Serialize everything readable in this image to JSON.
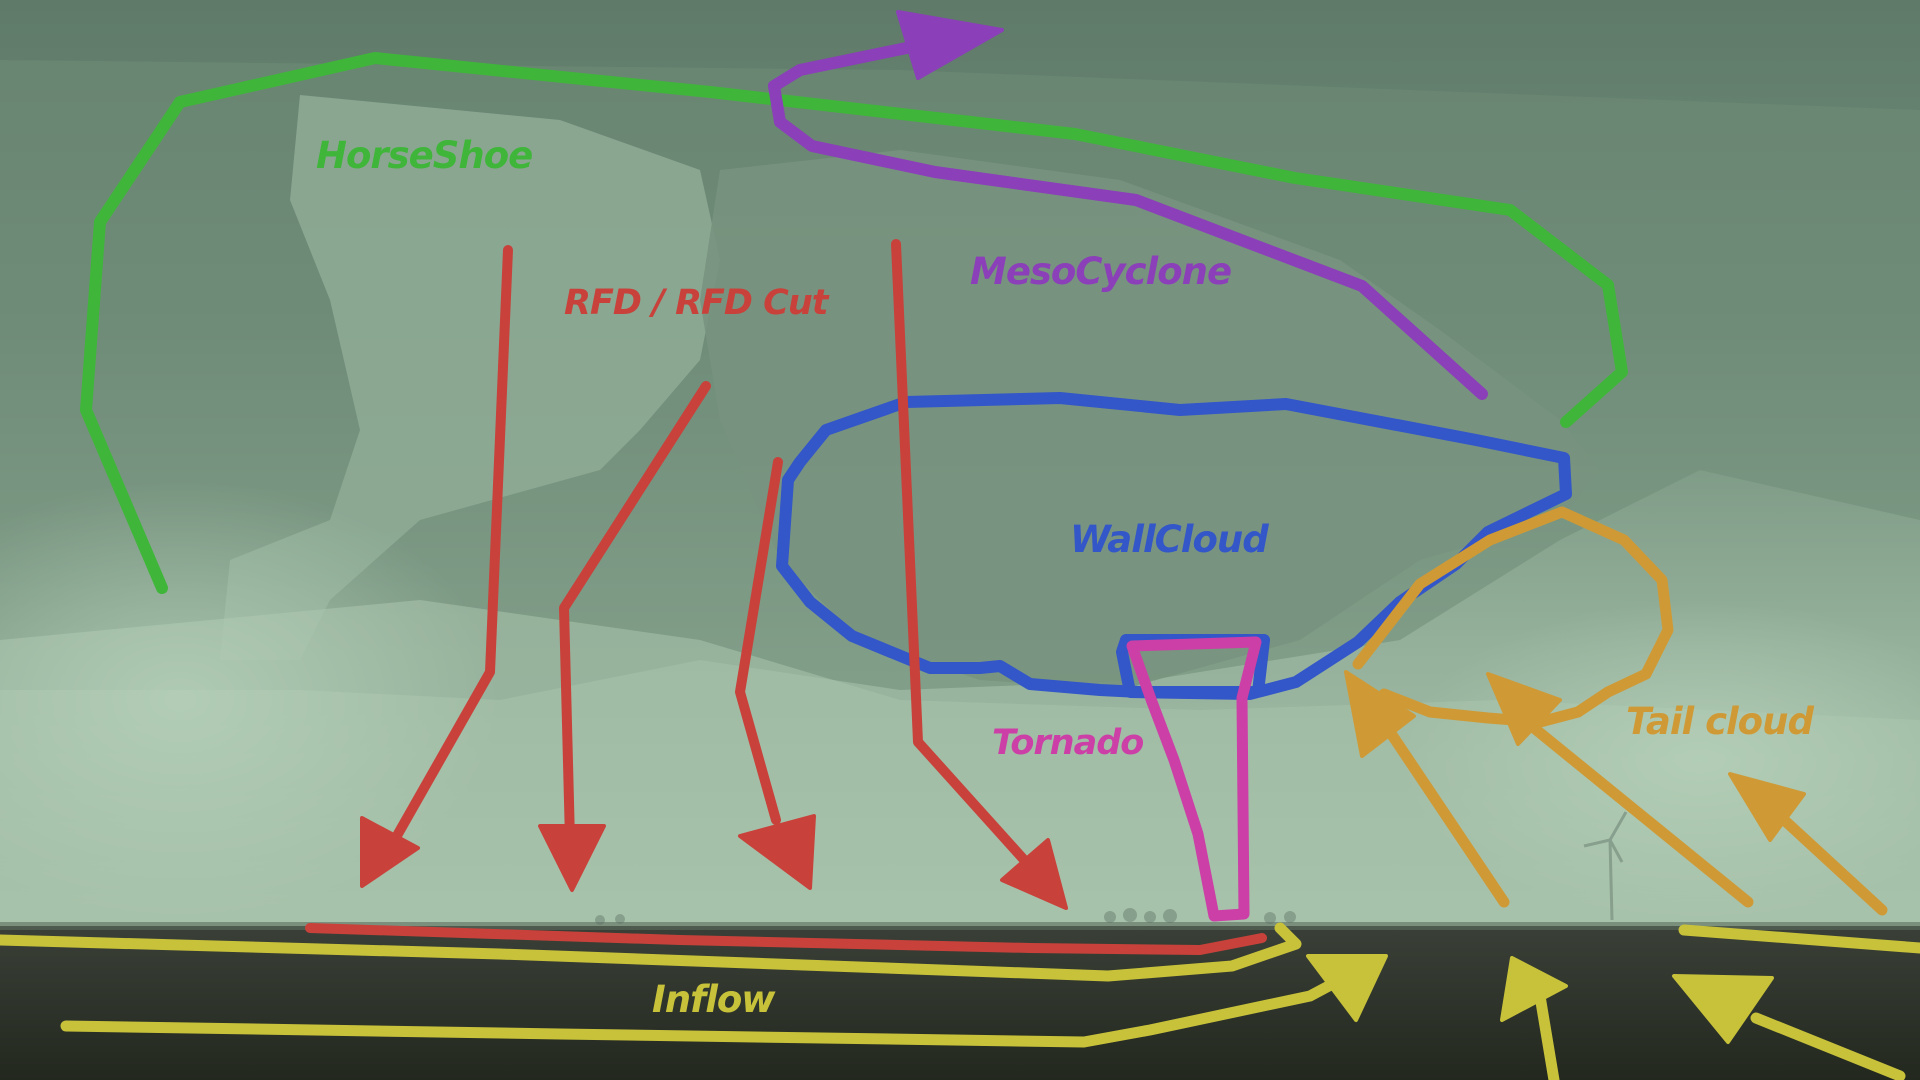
{
  "labels": {
    "horseshoe": "HorseShoe",
    "rfd": "RFD / RFD Cut",
    "mesocyclone": "MesoCyclone",
    "wallcloud": "WallCloud",
    "tornado": "Tornado",
    "tail_cloud": "Tail cloud",
    "inflow": "Inflow"
  },
  "colors": {
    "horseshoe": "#3fb63a",
    "rfd": "#c8423b",
    "mesocyclone": "#8b3fb8",
    "wallcloud": "#3356c8",
    "tornado": "#cc3fa6",
    "tail_cloud": "#cf9a36",
    "inflow": "#c8c23a"
  }
}
